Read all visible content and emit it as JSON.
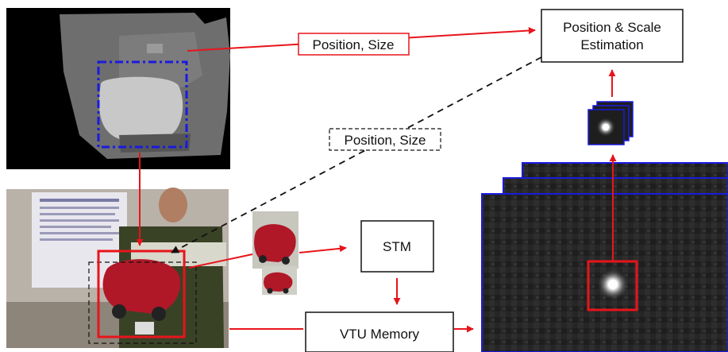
{
  "labels": {
    "position_size_top": "Position, Size",
    "position_size_dashed": "Position, Size",
    "estimation_line1": "Position & Scale",
    "estimation_line2": "Estimation",
    "stm": "STM",
    "vtu_memory": "VTU Memory"
  },
  "panel_images": {
    "depth_map": "depth-map-image",
    "camera_frame": "camera-frame-image",
    "car_patch_large": "car-patch-image",
    "car_patch_small": "car-patch-image",
    "response_maps": "response-map-image",
    "response_stack_small": "response-map-image"
  },
  "colors": {
    "arrow": "#e8141b",
    "dashed": "#111111",
    "roi_depth": "#1a1ae0",
    "map_border": "#1a1ae0",
    "roi_response": "#e8141b"
  }
}
